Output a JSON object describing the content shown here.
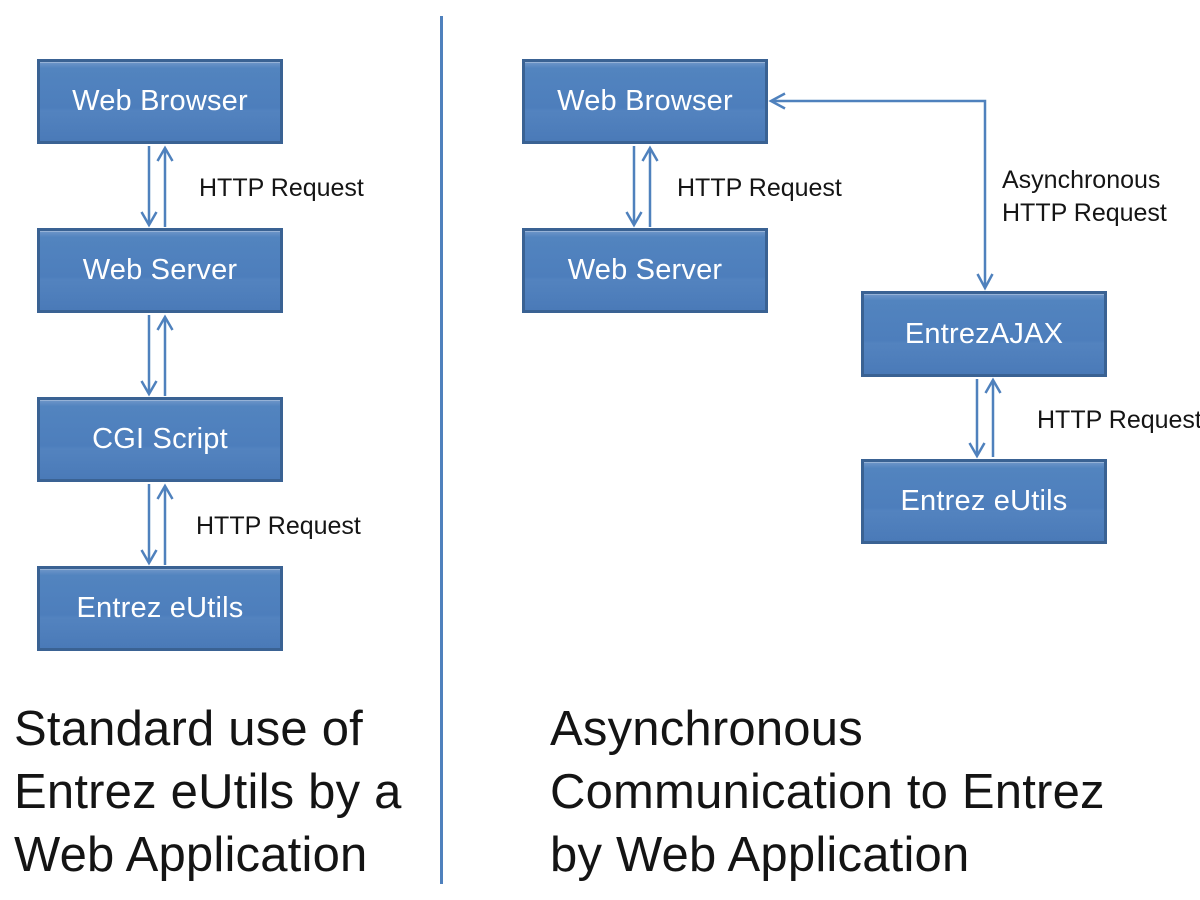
{
  "colors": {
    "box_fill": "#4F81BD",
    "box_border": "#3A6293",
    "arrow": "#4F81BD",
    "divider": "#4F81BD",
    "box_text": "#FFFFFF",
    "label_text": "#151515"
  },
  "left_panel": {
    "boxes": [
      {
        "label": "Web Browser"
      },
      {
        "label": "Web Server"
      },
      {
        "label": "CGI Script"
      },
      {
        "label": "Entrez eUtils"
      }
    ],
    "labels": {
      "browser_server": "HTTP Request",
      "cgi_eutils": "HTTP Request"
    },
    "caption_lines": [
      "Standard use of",
      "Entrez eUtils by a",
      "Web Application"
    ]
  },
  "right_panel": {
    "boxes": [
      {
        "label": "Web Browser"
      },
      {
        "label": "Web Server"
      },
      {
        "label": "EntrezAJAX"
      },
      {
        "label": "Entrez eUtils"
      }
    ],
    "labels": {
      "browser_server": "HTTP Request",
      "async_line1": "Asynchronous",
      "async_line2": "HTTP Request",
      "ajax_eutils": "HTTP Request"
    },
    "caption_lines": [
      "Asynchronous",
      "Communication to Entrez",
      "by Web Application"
    ]
  }
}
